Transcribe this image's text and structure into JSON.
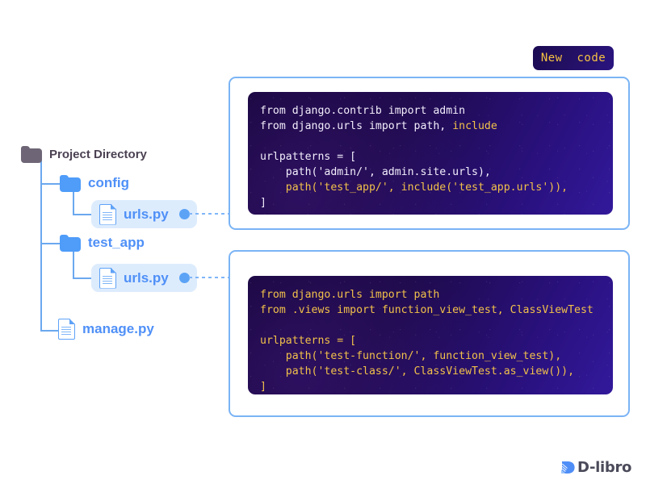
{
  "badge": {
    "label": "New  code",
    "text_color": "#f5c242",
    "bg_color": "#231063"
  },
  "tree": {
    "root": {
      "label": "Project Directory",
      "icon": "folder-icon",
      "color": "#4b4152"
    },
    "items": [
      {
        "label": "config",
        "icon": "folder-icon",
        "type": "folder",
        "color": "#4f90f7",
        "highlighted": false
      },
      {
        "label": "urls.py",
        "icon": "file-icon",
        "type": "file",
        "color": "#4f90f7",
        "highlighted": true
      },
      {
        "label": "test_app",
        "icon": "folder-icon",
        "type": "folder",
        "color": "#4f90f7",
        "highlighted": false
      },
      {
        "label": "urls.py",
        "icon": "file-icon",
        "type": "file",
        "color": "#4f90f7",
        "highlighted": true
      },
      {
        "label": "manage.py",
        "icon": "file-icon",
        "type": "file",
        "color": "#4f90f7",
        "highlighted": false
      }
    ]
  },
  "panels": [
    {
      "name": "config-urls-code",
      "lines": [
        [
          {
            "t": "from django.contrib import admin",
            "c": "plain"
          }
        ],
        [
          {
            "t": "from django.urls import path, ",
            "c": "plain"
          },
          {
            "t": "include",
            "c": "accent"
          }
        ],
        [
          {
            "t": "",
            "c": "plain"
          }
        ],
        [
          {
            "t": "urlpatterns = [",
            "c": "plain"
          }
        ],
        [
          {
            "t": "    path('admin/', admin.site.urls),",
            "c": "plain"
          }
        ],
        [
          {
            "t": "    path('test_app/', include('test_app.urls')),",
            "c": "accent"
          }
        ],
        [
          {
            "t": "]",
            "c": "plain"
          }
        ]
      ]
    },
    {
      "name": "test-app-urls-code",
      "lines": [
        [
          {
            "t": "from django.urls import path",
            "c": "accent"
          }
        ],
        [
          {
            "t": "from .views import function_view_test, ClassViewTest",
            "c": "accent"
          }
        ],
        [
          {
            "t": "",
            "c": "accent"
          }
        ],
        [
          {
            "t": "urlpatterns = [",
            "c": "accent"
          }
        ],
        [
          {
            "t": "    path('test-function/', function_view_test),",
            "c": "accent"
          }
        ],
        [
          {
            "t": "    path('test-class/', ClassViewTest.as_view()),",
            "c": "accent"
          }
        ],
        [
          {
            "t": "]",
            "c": "accent"
          }
        ]
      ]
    }
  ],
  "logo": {
    "text": "D-libro",
    "mark_color": "#4f8ef7"
  },
  "colors": {
    "accent_blue": "#4f90f7",
    "panel_border": "#7bb4f5",
    "highlight_bg": "#ddecfd",
    "code_bg": "#1d0a49",
    "code_accent": "#f2c14a"
  }
}
